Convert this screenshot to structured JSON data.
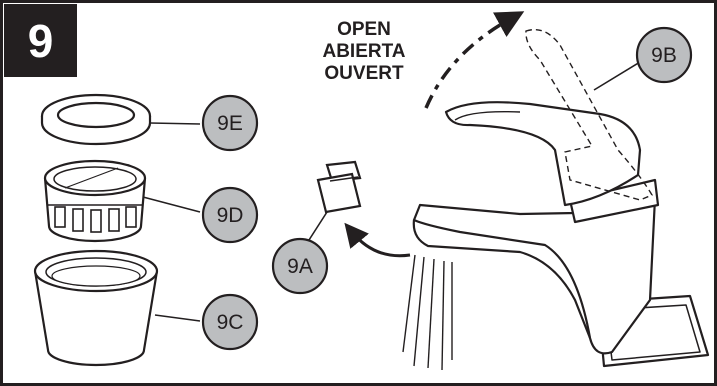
{
  "step": {
    "number": "9"
  },
  "open_label": {
    "en": "OPEN",
    "es": "ABIERTA",
    "fr": "OUVERT"
  },
  "callouts": {
    "aerator_insert": "9A",
    "handle_open": "9B",
    "aerator_housing": "9C",
    "aerator_screen": "9D",
    "washer": "9E"
  },
  "colors": {
    "line": "#231f20",
    "callout_fill": "#bcbec0",
    "background": "#ffffff"
  }
}
